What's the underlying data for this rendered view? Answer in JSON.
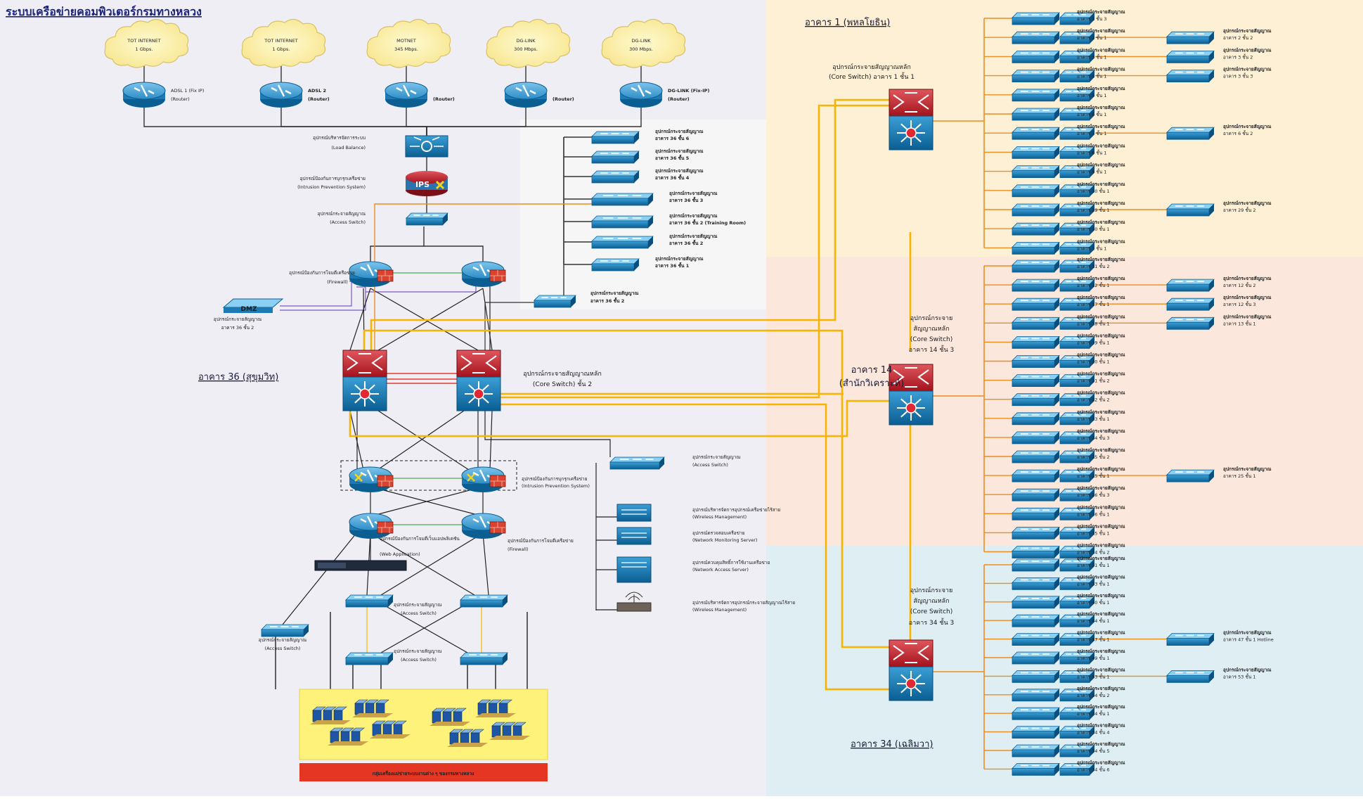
{
  "title": "ระบบเครือข่ายคอมพิวเตอร์กรมทางหลวง",
  "internet_links": [
    {
      "name": "TOT INTERNET",
      "speed": "1 Gbps.",
      "router_label": "ADSL 1 (Fix IP)",
      "router_sub": "(Router)"
    },
    {
      "name": "TOT INTERNET",
      "speed": "1 Gbps.",
      "router_label": "ADSL 2",
      "router_sub": "(Router)"
    },
    {
      "name": "MOTNET",
      "speed": "345 Mbps.",
      "router_label": "",
      "router_sub": "(Router)"
    },
    {
      "name": "DG-LINK",
      "speed": "300 Mbps.",
      "router_label": "",
      "router_sub": "(Router)"
    },
    {
      "name": "DG-LINK",
      "speed": "300 Mbps.",
      "router_label": "DG-LINK (Fix-IP)",
      "router_sub": "(Router)"
    }
  ],
  "perimeter": {
    "load_balance": {
      "th": "อุปกรณ์บริหารจัดการระบบ",
      "en": "(Load Balance)"
    },
    "ips": {
      "th": "อุปกรณ์ป้องกันการบุกรุกเครือข่าย",
      "en": "(Intrusion Prevention System)",
      "badge": "IPS"
    },
    "access_switch": {
      "th": "อุปกรณ์กระจายสัญญาณ",
      "en": "(Access Switch)"
    },
    "firewall": {
      "th": "อุปกรณ์ป้องกันการโจมตีเครือข่าย",
      "en": "(Firewall)"
    },
    "dmz": {
      "badge": "DMZ",
      "th": "อุปกรณ์กระจายสัญญาณ",
      "sub": "อาคาร 36 ชั้น 2"
    }
  },
  "core36": {
    "label": "อุปกรณ์กระจายสัญญาณหลัก",
    "sub": "(Core Switch) ชั้น 2",
    "building": "อาคาร 36 (สุขุมวิท)"
  },
  "b36_switches": [
    {
      "th": "อุปกรณ์กระจายสัญญาณ",
      "sub": "อาคาร 36 ชั้น 6"
    },
    {
      "th": "อุปกรณ์กระจายสัญญาณ",
      "sub": "อาคาร 36 ชั้น 5"
    },
    {
      "th": "อุปกรณ์กระจายสัญญาณ",
      "sub": "อาคาร 36 ชั้น 4"
    },
    {
      "th": "อุปกรณ์กระจายสัญญาณ",
      "sub": "อาคาร 36 ชั้น 3"
    },
    {
      "th": "อุปกรณ์กระจายสัญญาณ",
      "sub": "อาคาร 36 ชั้น 2 (Training Room)"
    },
    {
      "th": "อุปกรณ์กระจายสัญญาณ",
      "sub": "อาคาร 36 ชั้น 2"
    },
    {
      "th": "อุปกรณ์กระจายสัญญาณ",
      "sub": "อาคาร 36 ชั้น 1"
    },
    {
      "th": "อุปกรณ์กระจายสัญญาณ",
      "sub": "อาคาร 36 ชั้น 2"
    }
  ],
  "dc": {
    "ips": {
      "th": "อุปกรณ์ป้องกันการบุกรุกเครือข่าย",
      "en": "(Intrusion Prevention System)"
    },
    "waf": {
      "th": "อุปกรณ์ป้องกันการโจมตีเว็บแอปพลิเคชัน",
      "en": "(Web Application)"
    },
    "firewall": {
      "th": "อุปกรณ์ป้องกันการโจมตีเครือข่าย",
      "en": "(Firewall)"
    },
    "access1": {
      "th": "อุปกรณ์กระจายสัญญาณ",
      "en": "(Access Switch)"
    },
    "access2": {
      "th": "อุปกรณ์กระจายสัญญาณ",
      "en": "(Access Switch)"
    },
    "access_left": {
      "th": "อุปกรณ์กระจายสัญญาณ",
      "en": "(Access Switch)"
    },
    "server_farm": "กลุ่มเครื่องแม่ข่ายระบบงานต่าง ๆ ของกรมทางหลวง"
  },
  "services": [
    {
      "th": "อุปกรณ์กระจายสัญญาณ",
      "en": "(Access Switch)"
    },
    {
      "th": "อุปกรณ์บริหารจัดการอุปกรณ์เครือข่ายไร้สาย",
      "en": "(Wireless Management)"
    },
    {
      "th": "อุปกรณ์ตรวจสอบเครือข่าย",
      "en": "(Network Monitoring Server)"
    },
    {
      "th": "อุปกรณ์ควบคุมสิทธิ์การใช้งานเครือข่าย",
      "en": "(Network Access Server)"
    },
    {
      "th": "อุปกรณ์บริหารจัดการอุปกรณ์กระจายสัญญาณไร้สาย",
      "en": "(Wireless Management)"
    }
  ],
  "b1": {
    "building": "อาคาร 1 (พหลโยธิน)",
    "core": "อุปกรณ์กระจายสัญญาณหลัก",
    "core_sub": "(Core Switch) อาคาร 1 ชั้น 1",
    "switches": [
      "อาคาร 1 ชั้น 3",
      "อาคาร 2 ชั้น 1",
      "อาคาร 3 ชั้น 1",
      "อาคาร 4 ชั้น 1",
      "อาคาร 5 ชั้น 1",
      "อาคาร 6 ชั้น 1",
      "อาคาร 7 ชั้น 1",
      "อาคาร 8 ชั้น 1",
      "อาคาร 9 ชั้น 1",
      "อาคาร 10 ชั้น 1",
      "อาคาร 29 ชั้น 1",
      "อาคาร 30 ชั้น 1",
      "อาคาร 1 ชั้น 1"
    ],
    "branches": [
      {
        "row": 1,
        "label": "อาคาร 2 ชั้น 2"
      },
      {
        "row": 2,
        "label": "อาคาร 3 ชั้น 2"
      },
      {
        "row": 3,
        "label": "อาคาร 3 ชั้น 3"
      },
      {
        "row": 6,
        "label": "อาคาร 6 ชั้น 2"
      },
      {
        "row": 10,
        "label": "อาคาร 29 ชั้น 2"
      }
    ]
  },
  "b14": {
    "building": "อาคาร 14",
    "building_sub": "(สำนักวิเคราะห์)",
    "core": "อุปกรณ์กระจาย",
    "core2": "สัญญาณหลัก",
    "core_sub": "(Core Switch)",
    "core_floor": "อาคาร 14 ชั้น 3",
    "switches": [
      "อาคาร 11 ชั้น 2",
      "อาคาร 12 ชั้น 1",
      "อาคาร 17 ชั้น 1",
      "อาคาร 18 ชั้น 1",
      "อาคาร 19 ชั้น 1",
      "อาคาร 20 ชั้น 1",
      "อาคาร 21 ชั้น 2",
      "อาคาร 22 ชั้น 2",
      "อาคาร 23 ชั้น 1",
      "อาคาร 24 ชั้น 3",
      "อาคาร 25 ชั้น 2",
      "อาคาร 25 ชั้น 1",
      "อาคาร 26 ชั้น 3",
      "อาคาร 16 ชั้น 1",
      "อาคาร 15 ชั้น 1",
      "อาคาร 14 ชั้น 2"
    ],
    "branches": [
      {
        "row": 1,
        "label": "อาคาร 12 ชั้น 2"
      },
      {
        "row": 2,
        "label": "อาคาร 12 ชั้น 3"
      },
      {
        "row": 3,
        "label": "อาคาร 13 ชั้น 1"
      },
      {
        "row": 11,
        "label": "อาคาร 25 ชั้น 1"
      }
    ]
  },
  "b34": {
    "building": "อาคาร 34 (เฉลิมวา)",
    "core": "อุปกรณ์กระจาย",
    "core2": "สัญญาณหลัก",
    "core_sub": "(Core Switch)",
    "core_floor": "อาคาร 34 ชั้น 3",
    "switches": [
      "อาคาร 31 ชั้น 1",
      "อาคาร 33 ชั้น 1",
      "อาคาร 40 ชั้น 1",
      "อาคาร 44 ชั้น 1",
      "อาคาร 47 ชั้น 1",
      "อาคาร 49 ชั้น 1",
      "อาคาร 53 ชั้น 1",
      "อาคาร 34 ชั้น 2",
      "อาคาร 34 ชั้น 1",
      "อาคาร 34 ชั้น 4",
      "อาคาร 34 ชั้น 5",
      "อาคาร 34 ชั้น 6"
    ],
    "branches": [
      {
        "row": 4,
        "label": "อาคาร 47 ชั้น 1 Hotline"
      },
      {
        "row": 6,
        "label": "อาคาร 53 ชั้น 1"
      }
    ]
  }
}
